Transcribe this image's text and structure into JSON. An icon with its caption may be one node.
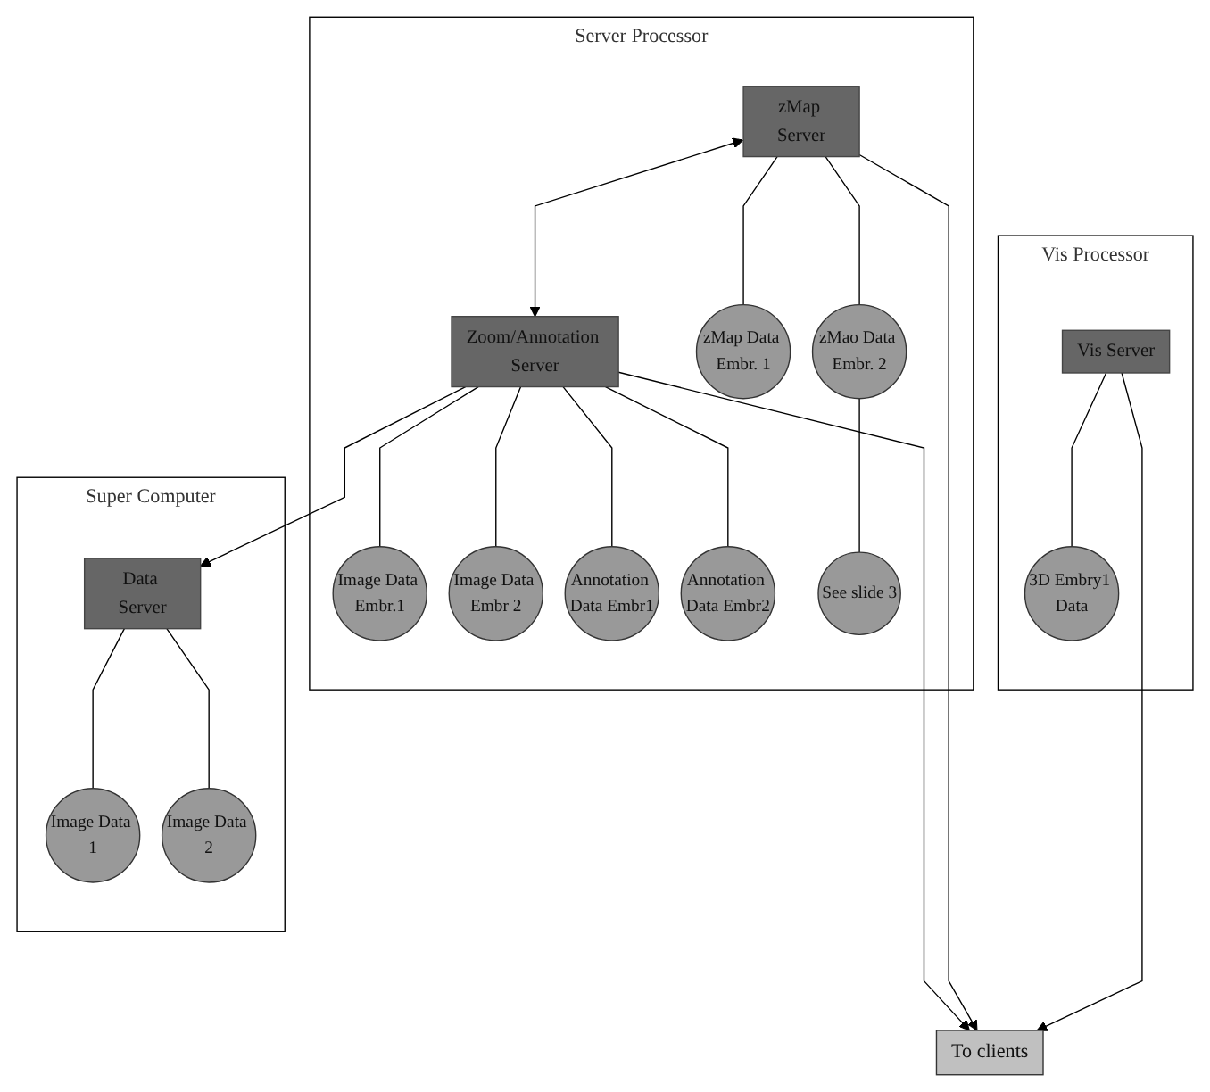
{
  "diagram": {
    "nodes": [
      {
        "text": [
          "Server Processor"
        ]
      },
      {
        "text": [
          "Zoom/Annotation Server"
        ],
        "in": 0
      },
      {
        "text": [
          "Image Data Embr.1"
        ],
        "in": 0
      },
      {
        "text": [
          "Image Data Embr 2"
        ],
        "in": 0
      },
      {
        "text": [
          "Annotation Data Embr1"
        ],
        "in": 0
      },
      {
        "text": [
          "Annotation Data Embr2"
        ],
        "in": 0
      },
      {
        "text": [
          "zMap Server"
        ],
        "in": 0
      },
      {
        "text": [
          "See slide 3"
        ],
        "in": 0
      },
      {
        "text": [
          "zMap Data Embr. 1"
        ],
        "in": 0
      },
      {
        "text": [
          "zMao Data Embr. 2"
        ],
        "in": 0
      },
      {
        "text": [
          "Vis Processor"
        ]
      },
      {
        "text": [
          "Vis Server"
        ],
        "in": 10
      },
      {
        "text": [
          "3D Embry1 Data"
        ],
        "in": 10
      },
      {
        "text": [
          "Super Computer"
        ]
      },
      {
        "text": [
          "Data Server"
        ],
        "in": 13
      },
      {
        "text": [
          "Image Data 1"
        ],
        "in": 13
      },
      {
        "text": [
          "Image Data 2"
        ],
        "in": 13
      },
      {
        "text": [
          "To clients"
        ]
      }
    ],
    "edges": [
      {
        "from": 1,
        "to": 2,
        "arrow": "none"
      },
      {
        "from": 1,
        "to": 3,
        "arrow": "none"
      },
      {
        "from": 1,
        "to": 4,
        "arrow": "none"
      },
      {
        "from": 1,
        "to": 5,
        "arrow": "none"
      },
      {
        "from": 1,
        "to": 6,
        "arrow": "both"
      },
      {
        "from": 6,
        "to": 8,
        "arrow": "none"
      },
      {
        "from": 6,
        "to": 9,
        "arrow": "none"
      },
      {
        "from": 9,
        "to": 7,
        "arrow": "none"
      },
      {
        "from": 1,
        "to": 17,
        "arrow": "to"
      },
      {
        "from": 1,
        "to": 14,
        "arrow": "to"
      },
      {
        "from": 6,
        "to": 17,
        "arrow": "to"
      },
      {
        "from": 11,
        "to": 12,
        "arrow": "none"
      },
      {
        "from": 11,
        "to": 17,
        "arrow": "to"
      },
      {
        "from": 14,
        "to": 15,
        "arrow": "none"
      },
      {
        "from": 14,
        "to": 16,
        "arrow": "none"
      }
    ]
  }
}
